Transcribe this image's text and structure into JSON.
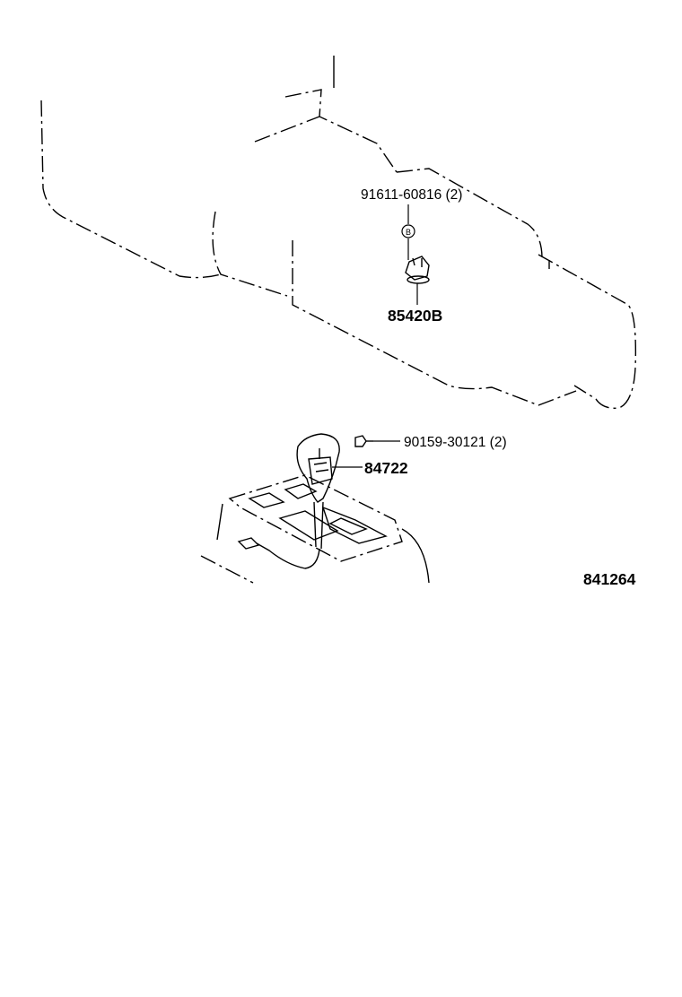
{
  "callouts": {
    "bolt_top": "91611-60816 (2)",
    "bolt_marker": "B",
    "sensor": "85420B",
    "bolt_shift": "90159-30121 (2)",
    "switch": "84722"
  },
  "figure_id": "841264"
}
